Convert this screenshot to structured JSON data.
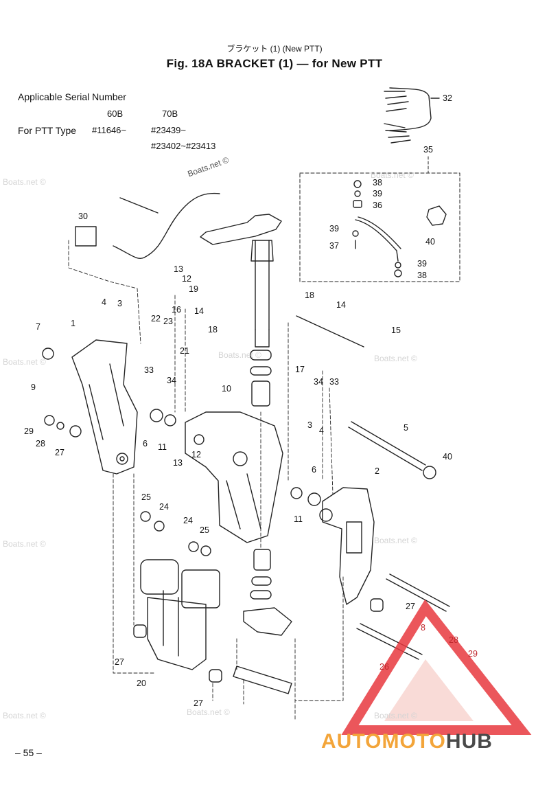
{
  "title_jp": "ブラケット (1)   (New PTT)",
  "title": "Fig. 18A   BRACKET (1) — for New PTT",
  "serial": {
    "heading": "Applicable Serial Number",
    "col_60b": "60B",
    "col_70b": "70B",
    "row_label": "For PTT Type",
    "val_60b": "#11646~",
    "val_70b": "#23439~",
    "val_70b_range": "#23402~#23413"
  },
  "watermark": "Boats.net ©",
  "page_number": "– 55 –",
  "brand": {
    "part1": "AUTOMOTO",
    "part2": "HUB",
    "color1": "#f3a53a",
    "color2": "#4a4a4a",
    "logo_color": "#e8393f"
  },
  "callouts": [
    {
      "id": "c32",
      "text": "32"
    },
    {
      "id": "c35",
      "text": "35"
    },
    {
      "id": "c38a",
      "text": "38"
    },
    {
      "id": "c39a",
      "text": "39"
    },
    {
      "id": "c36",
      "text": "36"
    },
    {
      "id": "c39b",
      "text": "39"
    },
    {
      "id": "c37",
      "text": "37"
    },
    {
      "id": "c40a",
      "text": "40"
    },
    {
      "id": "c39c",
      "text": "39"
    },
    {
      "id": "c38b",
      "text": "38"
    },
    {
      "id": "c30",
      "text": "30"
    },
    {
      "id": "c13a",
      "text": "13"
    },
    {
      "id": "c12a",
      "text": "12"
    },
    {
      "id": "c19",
      "text": "19"
    },
    {
      "id": "c4a",
      "text": "4"
    },
    {
      "id": "c3a",
      "text": "3"
    },
    {
      "id": "c16",
      "text": "16"
    },
    {
      "id": "c14a",
      "text": "14"
    },
    {
      "id": "c22",
      "text": "22"
    },
    {
      "id": "c23",
      "text": "23"
    },
    {
      "id": "c18a",
      "text": "18"
    },
    {
      "id": "c18b",
      "text": "18"
    },
    {
      "id": "c14b",
      "text": "14"
    },
    {
      "id": "c15",
      "text": "15"
    },
    {
      "id": "c7",
      "text": "7"
    },
    {
      "id": "c1",
      "text": "1"
    },
    {
      "id": "c21",
      "text": "21"
    },
    {
      "id": "c9",
      "text": "9"
    },
    {
      "id": "c33a",
      "text": "33"
    },
    {
      "id": "c34a",
      "text": "34"
    },
    {
      "id": "c17",
      "text": "17"
    },
    {
      "id": "c34b",
      "text": "34"
    },
    {
      "id": "c33b",
      "text": "33"
    },
    {
      "id": "c10",
      "text": "10"
    },
    {
      "id": "c29a",
      "text": "29"
    },
    {
      "id": "c28a",
      "text": "28"
    },
    {
      "id": "c27a",
      "text": "27"
    },
    {
      "id": "c6a",
      "text": "6"
    },
    {
      "id": "c11a",
      "text": "11"
    },
    {
      "id": "c5",
      "text": "5"
    },
    {
      "id": "c3b",
      "text": "3"
    },
    {
      "id": "c4b",
      "text": "4"
    },
    {
      "id": "c40b",
      "text": "40"
    },
    {
      "id": "c13b",
      "text": "13"
    },
    {
      "id": "c12b",
      "text": "12"
    },
    {
      "id": "c2",
      "text": "2"
    },
    {
      "id": "c6b",
      "text": "6"
    },
    {
      "id": "c11b",
      "text": "11"
    },
    {
      "id": "c25a",
      "text": "25"
    },
    {
      "id": "c24a",
      "text": "24"
    },
    {
      "id": "c24b",
      "text": "24"
    },
    {
      "id": "c25b",
      "text": "25"
    },
    {
      "id": "c27b",
      "text": "27"
    },
    {
      "id": "c8",
      "text": "8"
    },
    {
      "id": "c28b",
      "text": "28"
    },
    {
      "id": "c29b",
      "text": "29"
    },
    {
      "id": "c26",
      "text": "26"
    },
    {
      "id": "c27c",
      "text": "27"
    },
    {
      "id": "c20",
      "text": "20"
    },
    {
      "id": "c27d",
      "text": "27"
    }
  ]
}
